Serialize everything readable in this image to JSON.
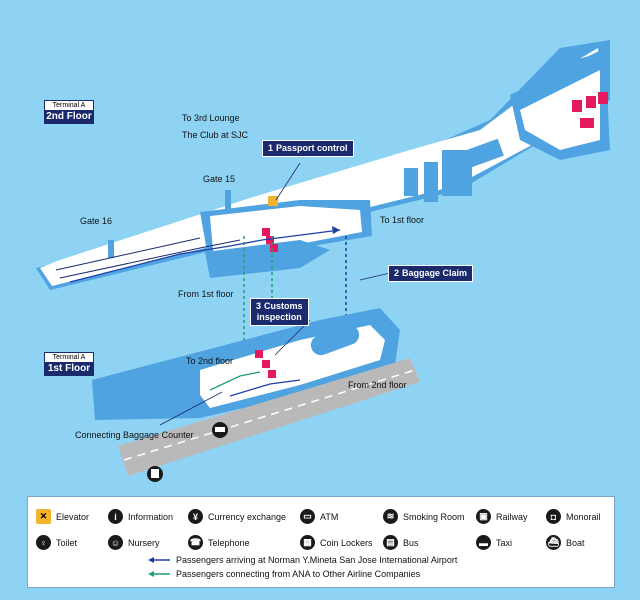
{
  "floors": {
    "second": {
      "terminal": "Terminal A",
      "name": "2nd Floor"
    },
    "first": {
      "terminal": "Terminal A",
      "name": "1st Floor"
    }
  },
  "labels": {
    "to_3rd_lounge": "To 3rd Lounge",
    "club_sjc": "The Club at SJC",
    "gate15": "Gate 15",
    "gate16": "Gate 16",
    "to_1st_floor": "To 1st floor",
    "from_1st_floor": "From 1st floor",
    "to_2nd_floor": "To 2nd floor",
    "from_2nd_floor": "From 2nd floor",
    "connecting_baggage": "Connecting Baggage Counter"
  },
  "callouts": {
    "passport": {
      "num": "1",
      "text": "Passport control"
    },
    "baggage": {
      "num": "2",
      "text": "Baggage Claim"
    },
    "customs": {
      "num": "3",
      "line1": "Customs",
      "line2": "inspection"
    }
  },
  "legend": {
    "items": [
      {
        "icon": "elevator-icon",
        "glyph": "✕",
        "label": "Elevator"
      },
      {
        "icon": "information-icon",
        "glyph": "i",
        "label": "Information"
      },
      {
        "icon": "currency-exchange-icon",
        "glyph": "¥",
        "label": "Currency exchange"
      },
      {
        "icon": "atm-icon",
        "glyph": "▭",
        "label": "ATM"
      },
      {
        "icon": "smoking-room-icon",
        "glyph": "≋",
        "label": "Smoking Room"
      },
      {
        "icon": "railway-icon",
        "glyph": "▣",
        "label": "Railway"
      },
      {
        "icon": "monorail-icon",
        "glyph": "◘",
        "label": "Monorail"
      },
      {
        "icon": "toilet-icon",
        "glyph": "♀",
        "label": "Toilet"
      },
      {
        "icon": "nursery-icon",
        "glyph": "☺",
        "label": "Nursery"
      },
      {
        "icon": "telephone-icon",
        "glyph": "☎",
        "label": "Telephone"
      },
      {
        "icon": "coin-lockers-icon",
        "glyph": "▦",
        "label": "Coin Lockers"
      },
      {
        "icon": "bus-icon",
        "glyph": "▤",
        "label": "Bus"
      },
      {
        "icon": "taxi-icon",
        "glyph": "▬",
        "label": "Taxi"
      },
      {
        "icon": "boat-icon",
        "glyph": "⛴",
        "label": "Boat"
      }
    ],
    "arrivals": "Passengers arriving at Norman Y.Mineta San Jose International Airport",
    "connecting": "Passengers connecting from ANA to Other Airline Companies"
  },
  "colors": {
    "background": "#8fd3f4",
    "floor_fill": "#ffffff",
    "floor_blue": "#4fa3e0",
    "navy": "#1a2a6c",
    "accent_pink": "#e5195f",
    "arrival_arrow": "#1f3fa8",
    "connect_arrow": "#1aa36b"
  }
}
